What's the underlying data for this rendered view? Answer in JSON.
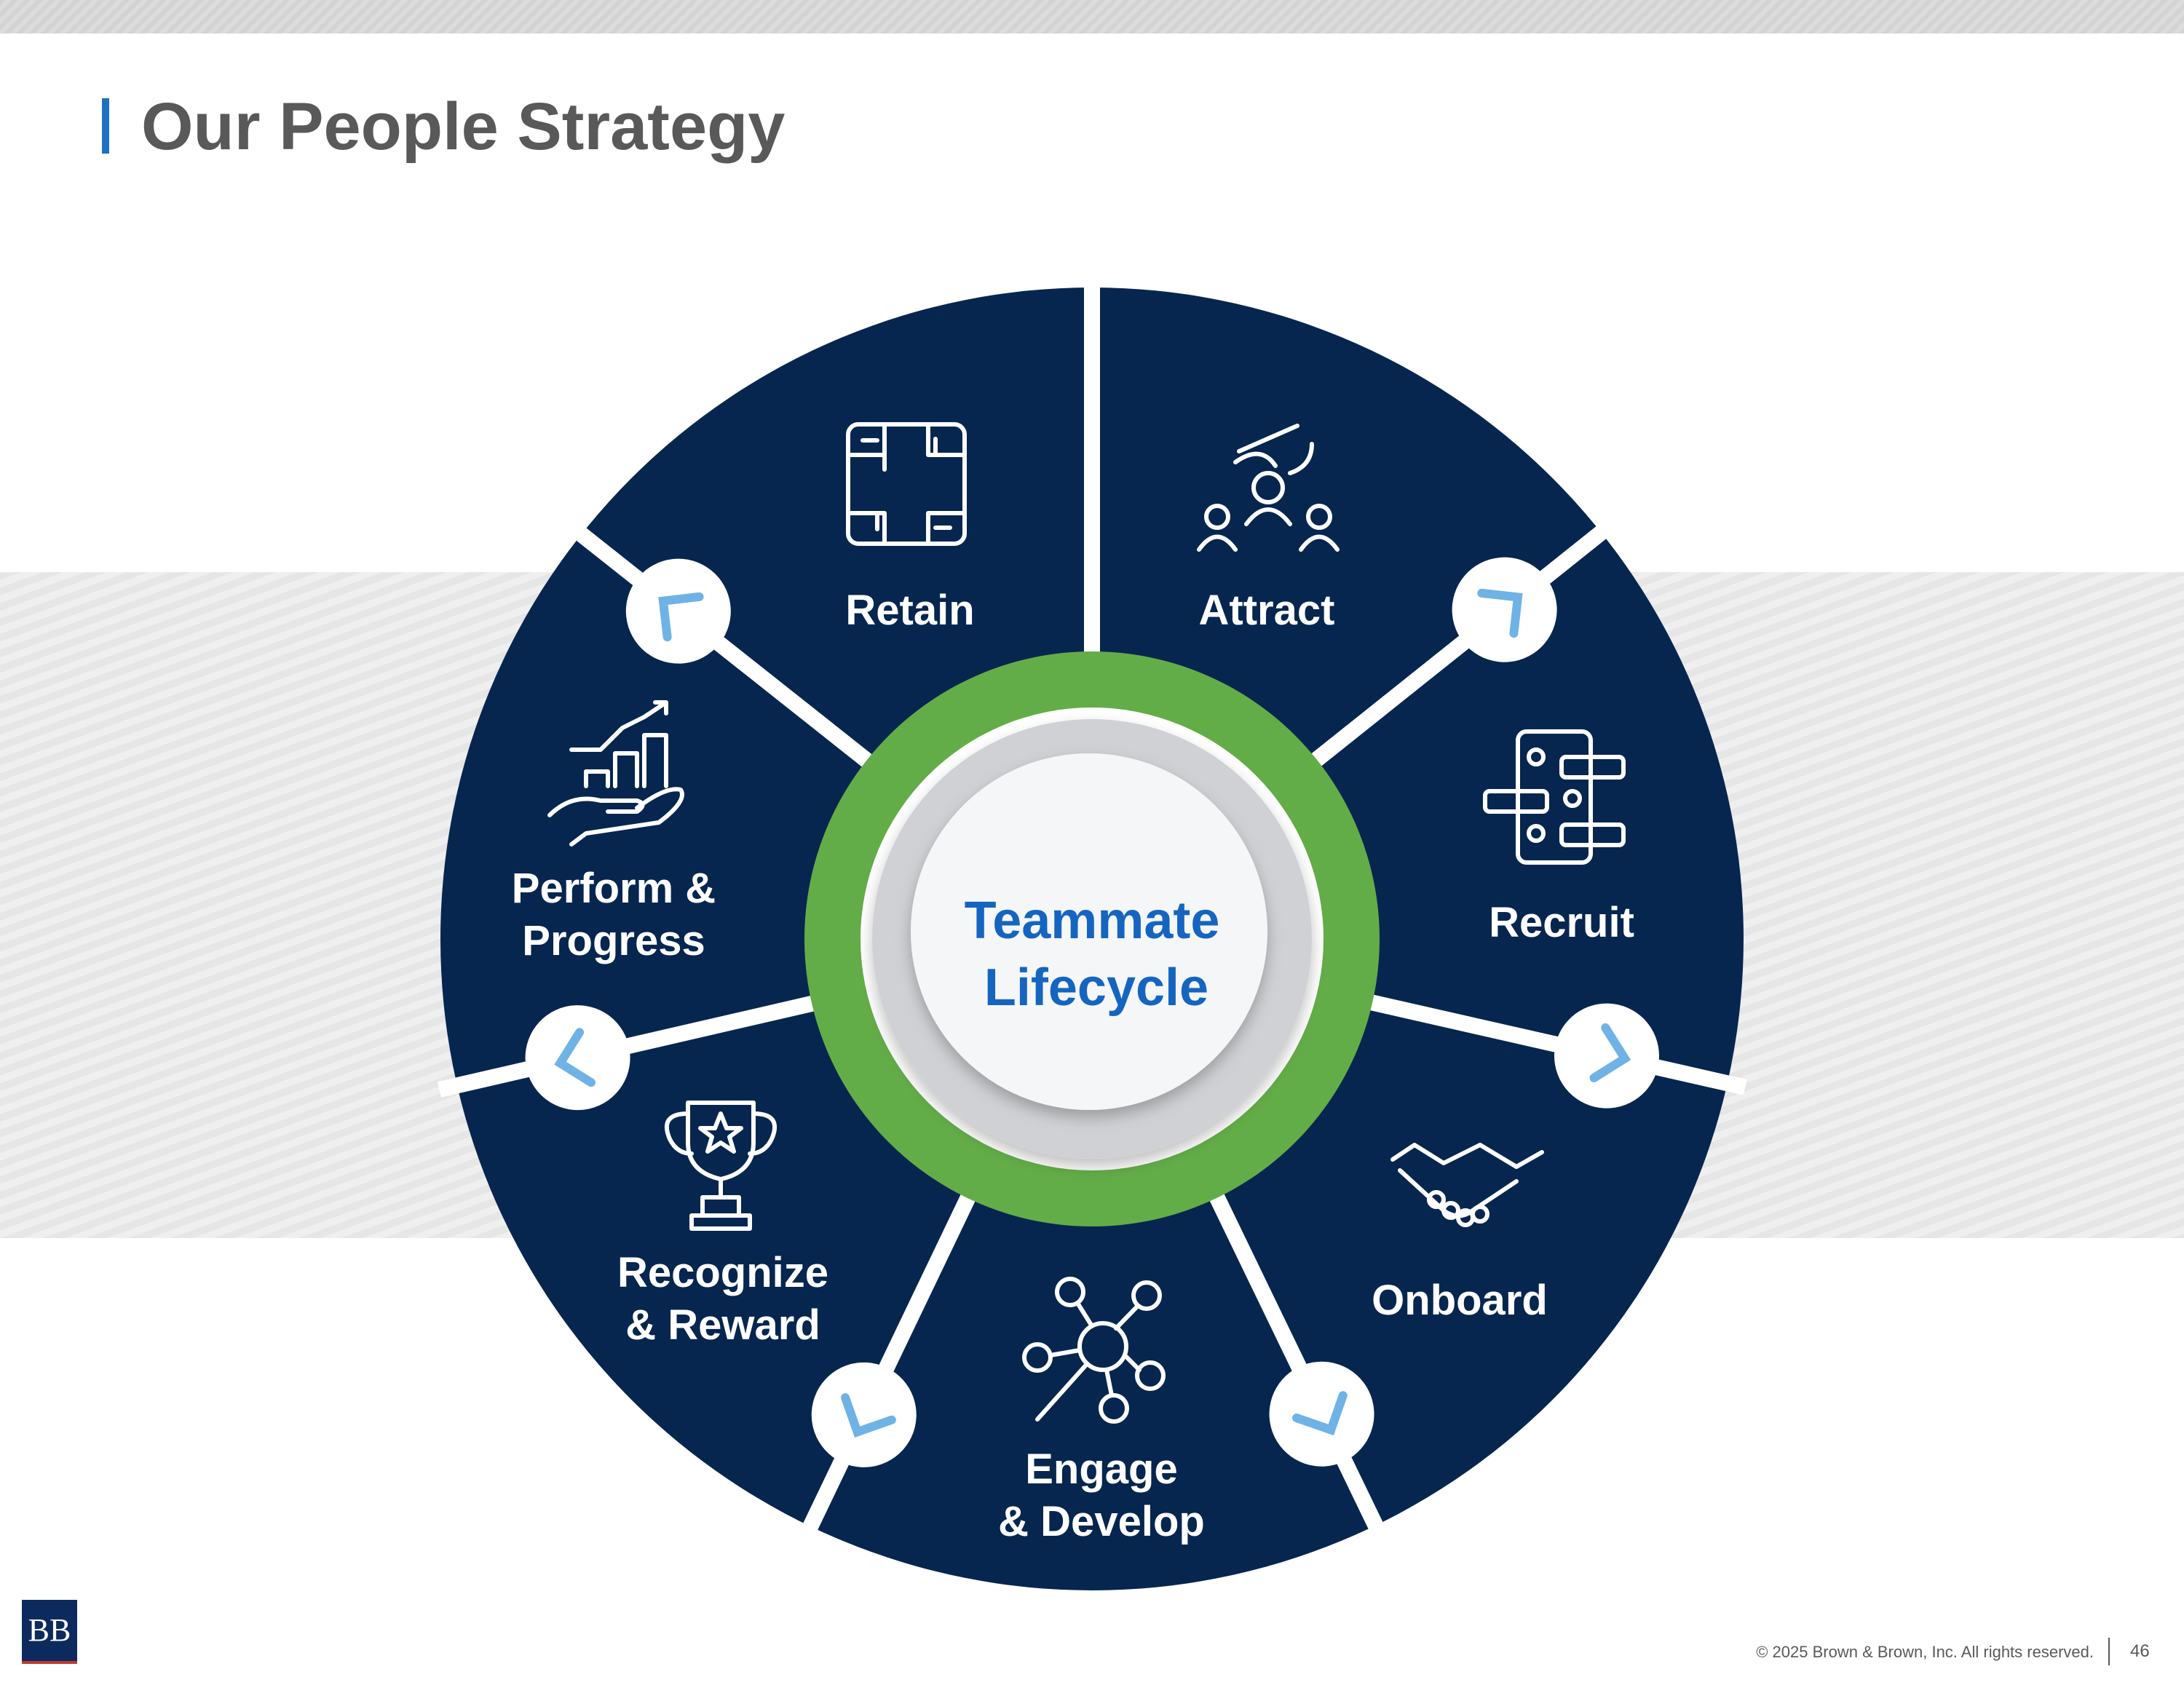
{
  "slide": {
    "title": "Our People Strategy",
    "center_label_line1": "Teammate",
    "center_label_line2": "Lifecycle",
    "segments": [
      {
        "lines": [
          "Retain"
        ],
        "icon": "hands-circle-icon"
      },
      {
        "lines": [
          "Attract"
        ],
        "icon": "people-magnet-icon"
      },
      {
        "lines": [
          "Recruit"
        ],
        "icon": "candidate-profiles-icon"
      },
      {
        "lines": [
          "Onboard"
        ],
        "icon": "handshake-icon"
      },
      {
        "lines": [
          "Engage",
          "& Develop"
        ],
        "icon": "network-search-icon"
      },
      {
        "lines": [
          "Recognize",
          "& Reward"
        ],
        "icon": "trophy-icon"
      },
      {
        "lines": [
          "Perform &",
          "Progress"
        ],
        "icon": "growth-hand-icon"
      }
    ]
  },
  "footer": {
    "copyright": "© 2025 Brown & Brown, Inc. All rights reserved.",
    "page_number": "46",
    "logo_text": "BB"
  },
  "colors": {
    "segment_fill": "#06264f",
    "ring_green": "#63ad48",
    "ring_grey": "#cfd1d4",
    "center_fill": "#f4f6f8",
    "center_text": "#1565c0",
    "arrow": "#6fb3e6",
    "title_accent": "#1f6fc5"
  }
}
